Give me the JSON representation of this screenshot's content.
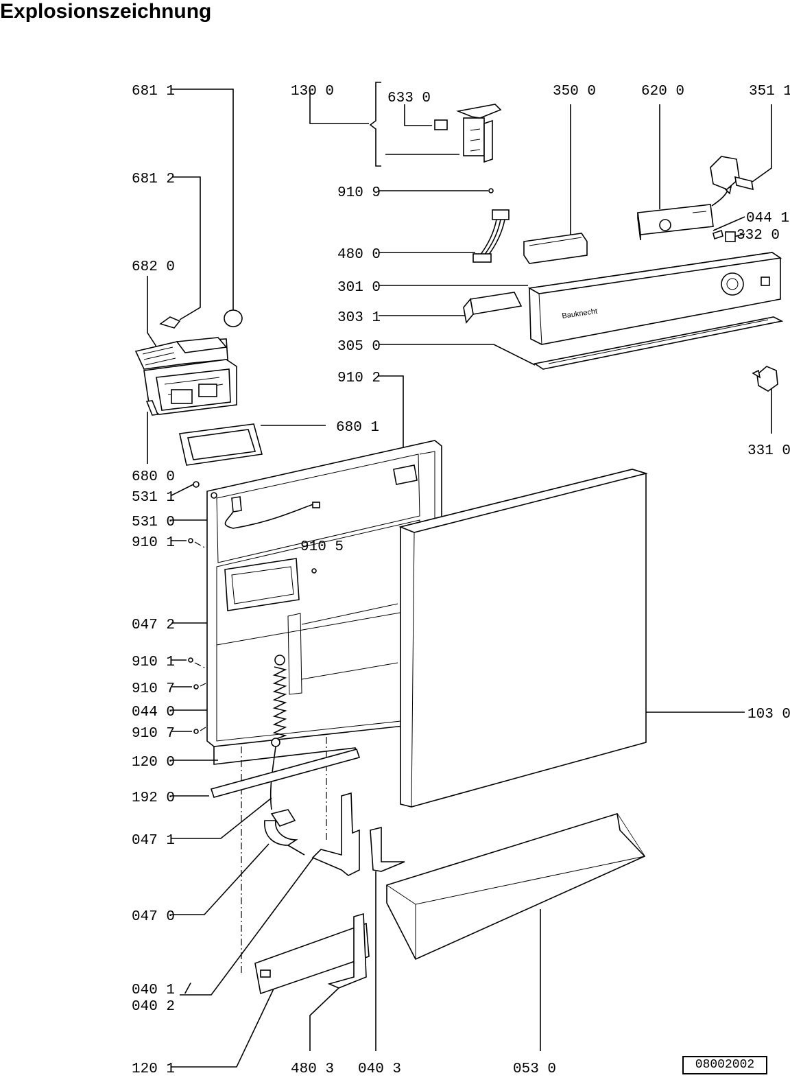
{
  "title": "Explosionszeichnung",
  "drawing_number": "08002002",
  "brand_on_panel": "Bauknecht",
  "labels": [
    "681 1",
    "130 0",
    "633 0",
    "350 0",
    "620 0",
    "351 1",
    "681 2",
    "910 9",
    "044 1",
    "332 0",
    "480 0",
    "682 0",
    "301 0",
    "303 1",
    "305 0",
    "910 2",
    "331 0",
    "680 1",
    "680 0",
    "531 1",
    "531 0",
    "910 1",
    "910 5",
    "047 2",
    "910 1",
    "910 7",
    "044 0",
    "103 0",
    "910 7",
    "120 0",
    "192 0",
    "047 1",
    "047 0",
    "040 1 /",
    "040 2",
    "120 1",
    "480 3",
    "040 3",
    "053 0"
  ]
}
